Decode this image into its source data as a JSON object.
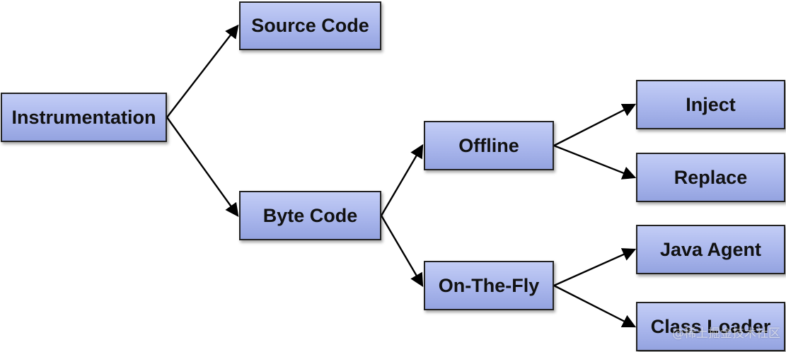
{
  "nodes": {
    "instrumentation": "Instrumentation",
    "source_code": "Source Code",
    "byte_code": "Byte Code",
    "offline": "Offline",
    "on_the_fly": "On-The-Fly",
    "inject": "Inject",
    "replace": "Replace",
    "java_agent": "Java Agent",
    "class_loader": "Class Loader"
  },
  "edges": [
    {
      "from": "instrumentation",
      "to": "source_code"
    },
    {
      "from": "instrumentation",
      "to": "byte_code"
    },
    {
      "from": "byte_code",
      "to": "offline"
    },
    {
      "from": "byte_code",
      "to": "on_the_fly"
    },
    {
      "from": "offline",
      "to": "inject"
    },
    {
      "from": "offline",
      "to": "replace"
    },
    {
      "from": "on_the_fly",
      "to": "java_agent"
    },
    {
      "from": "on_the_fly",
      "to": "class_loader"
    }
  ],
  "watermark": "@稀土掘金技术社区",
  "colors": {
    "box_fill": "#a9b6ec",
    "box_border": "#222222",
    "arrow": "#000000"
  }
}
